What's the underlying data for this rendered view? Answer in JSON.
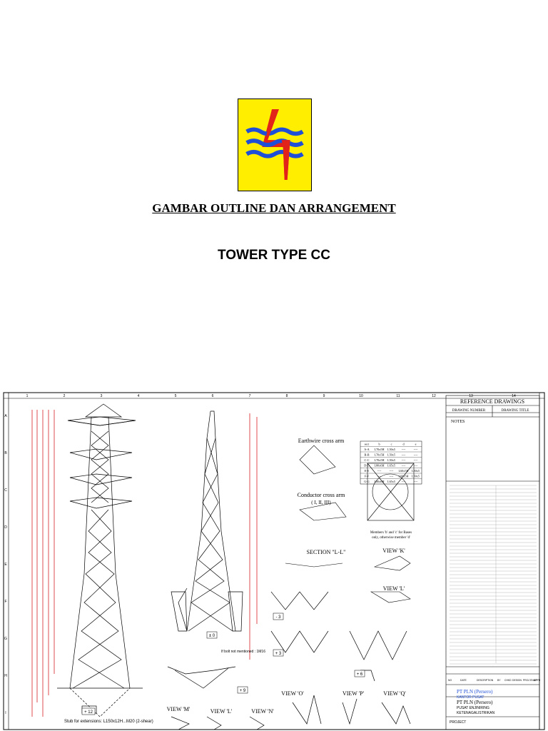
{
  "cover": {
    "title": "GAMBAR OUTLINE DAN ARRANGEMENT",
    "subtitle": "TOWER TYPE CC"
  },
  "drawing": {
    "column_numbers": [
      "1",
      "2",
      "3",
      "4",
      "5",
      "6",
      "7",
      "8",
      "9",
      "10",
      "11",
      "12",
      "13",
      "14"
    ],
    "row_letters": [
      "A",
      "B",
      "C",
      "D",
      "E",
      "F",
      "G",
      "H",
      "I"
    ],
    "reference_drawings": {
      "heading": "REFERENCE DRAWINGS",
      "col_number": "DRAWING NUMBER",
      "col_title": "DRAWING TITLE"
    },
    "notes_heading": "NOTES",
    "views": {
      "earthwire": "Earthwire cross arm",
      "conductor": "Conductor cross arm",
      "conductor_sub": "( I, II, III)",
      "section_ll": "SECTION \"L-L\"",
      "view_k": "VIEW 'K'",
      "view_l_top": "VIEW 'L'",
      "view_m": "VIEW 'M'",
      "view_l": "VIEW 'L'",
      "view_n": "VIEW 'N'",
      "view_o": "VIEW 'O'",
      "view_p": "VIEW 'P'",
      "view_q": "VIEW 'Q'"
    },
    "members_note_1": "Members 'b' and 'c' for Bases",
    "members_note_2": "only, otherwise member 'd'",
    "stub_note": "Stub for extensions: L150x12H...M20 (2-shear)",
    "bolt_note": "If bolt not mentioned : 1M16",
    "extension_labels": [
      "+ 12",
      "± 0",
      "- 3",
      "+ 3",
      "+ 6",
      "+ 9"
    ],
    "title_block": {
      "company": "PT PLN (Persero)",
      "office": "KANTOR PUSAT",
      "company2": "PT PLN (Persero)",
      "unit": "PUSAT ENJINIRING",
      "division": "KETENAGALISTRIKAN",
      "project": "PROJECT",
      "rev_cols": [
        "NO",
        "DATE",
        "DESCRIPTION",
        "BY",
        "CHKD",
        "DESIGN",
        "PROJ ENGR",
        "APPR"
      ]
    },
    "member_table": {
      "headers": [
        "sect",
        "b",
        "c",
        "d",
        "e"
      ],
      "rows": [
        [
          "A-A",
          "L70x5H",
          "L50x5",
          "----",
          "----"
        ],
        [
          "B-B",
          "L70x5H",
          "L50x5",
          "----",
          "----"
        ],
        [
          "C-C",
          "L70x5H",
          "L50x5",
          "----",
          "----"
        ],
        [
          "D-D",
          "L80x6H",
          "L65x5",
          "----",
          "----"
        ],
        [
          "E-E",
          "----",
          "----",
          "L60x5H",
          "L50x5"
        ],
        [
          "F-F",
          "----",
          "----",
          "L60x5H",
          "L50x5"
        ],
        [
          "G-G",
          "L80x6H",
          "L65x5",
          "----",
          "----"
        ]
      ]
    }
  },
  "colors": {
    "logo_yellow": "#ffee00",
    "logo_red": "#e2231a",
    "logo_blue": "#1f4fd6",
    "dimension_red": "#d40000",
    "dimension_blue": "#2aa3d6"
  }
}
